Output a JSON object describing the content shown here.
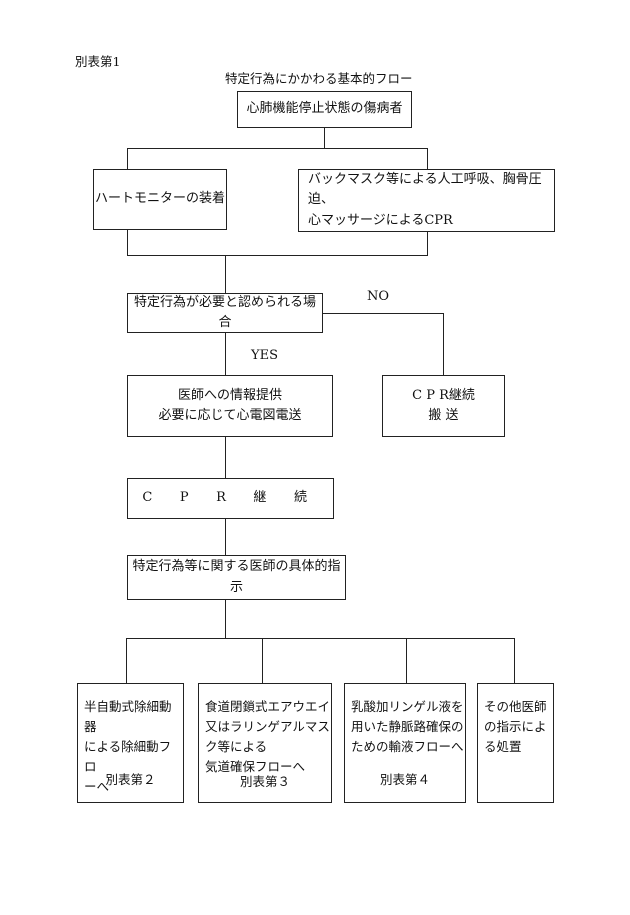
{
  "header": {
    "appendix_label": "別表第1",
    "title": "特定行為にかかわる基本的フロー"
  },
  "nodes": {
    "start": "心肺機能停止状態の傷病者",
    "monitor": "ハートモニターの装着",
    "cpr_lines": [
      "バックマスク等による人工呼吸、胸骨圧迫、",
      "心マッサージによるCPR"
    ],
    "decision": "特定行為が必要と認められる場合",
    "no_label": "NO",
    "yes_label": "YES",
    "info_lines": [
      "医師への情報提供",
      "必要に応じて心電図電送"
    ],
    "no_branch_lines": [
      "C P R継続",
      "搬 送"
    ],
    "cpr_continue": "C P R 継 続",
    "instruction": "特定行為等に関する医師の具体的指示"
  },
  "leaves": [
    {
      "lines": [
        "半自動式除細動器",
        "による除細動フロ",
        "ーへ"
      ],
      "ref": "別表第２"
    },
    {
      "lines": [
        "食道閉鎖式エアウエイ",
        "又はラリンゲアルマス",
        "ク等による",
        "気道確保フローへ"
      ],
      "ref": "別表第３"
    },
    {
      "lines": [
        "乳酸加リンゲル液を",
        "用いた静脈路確保の",
        "ための輸液フローへ"
      ],
      "ref": "別表第４"
    },
    {
      "lines": [
        "その他医師",
        "の指示によ",
        "る処置"
      ],
      "ref": ""
    }
  ]
}
